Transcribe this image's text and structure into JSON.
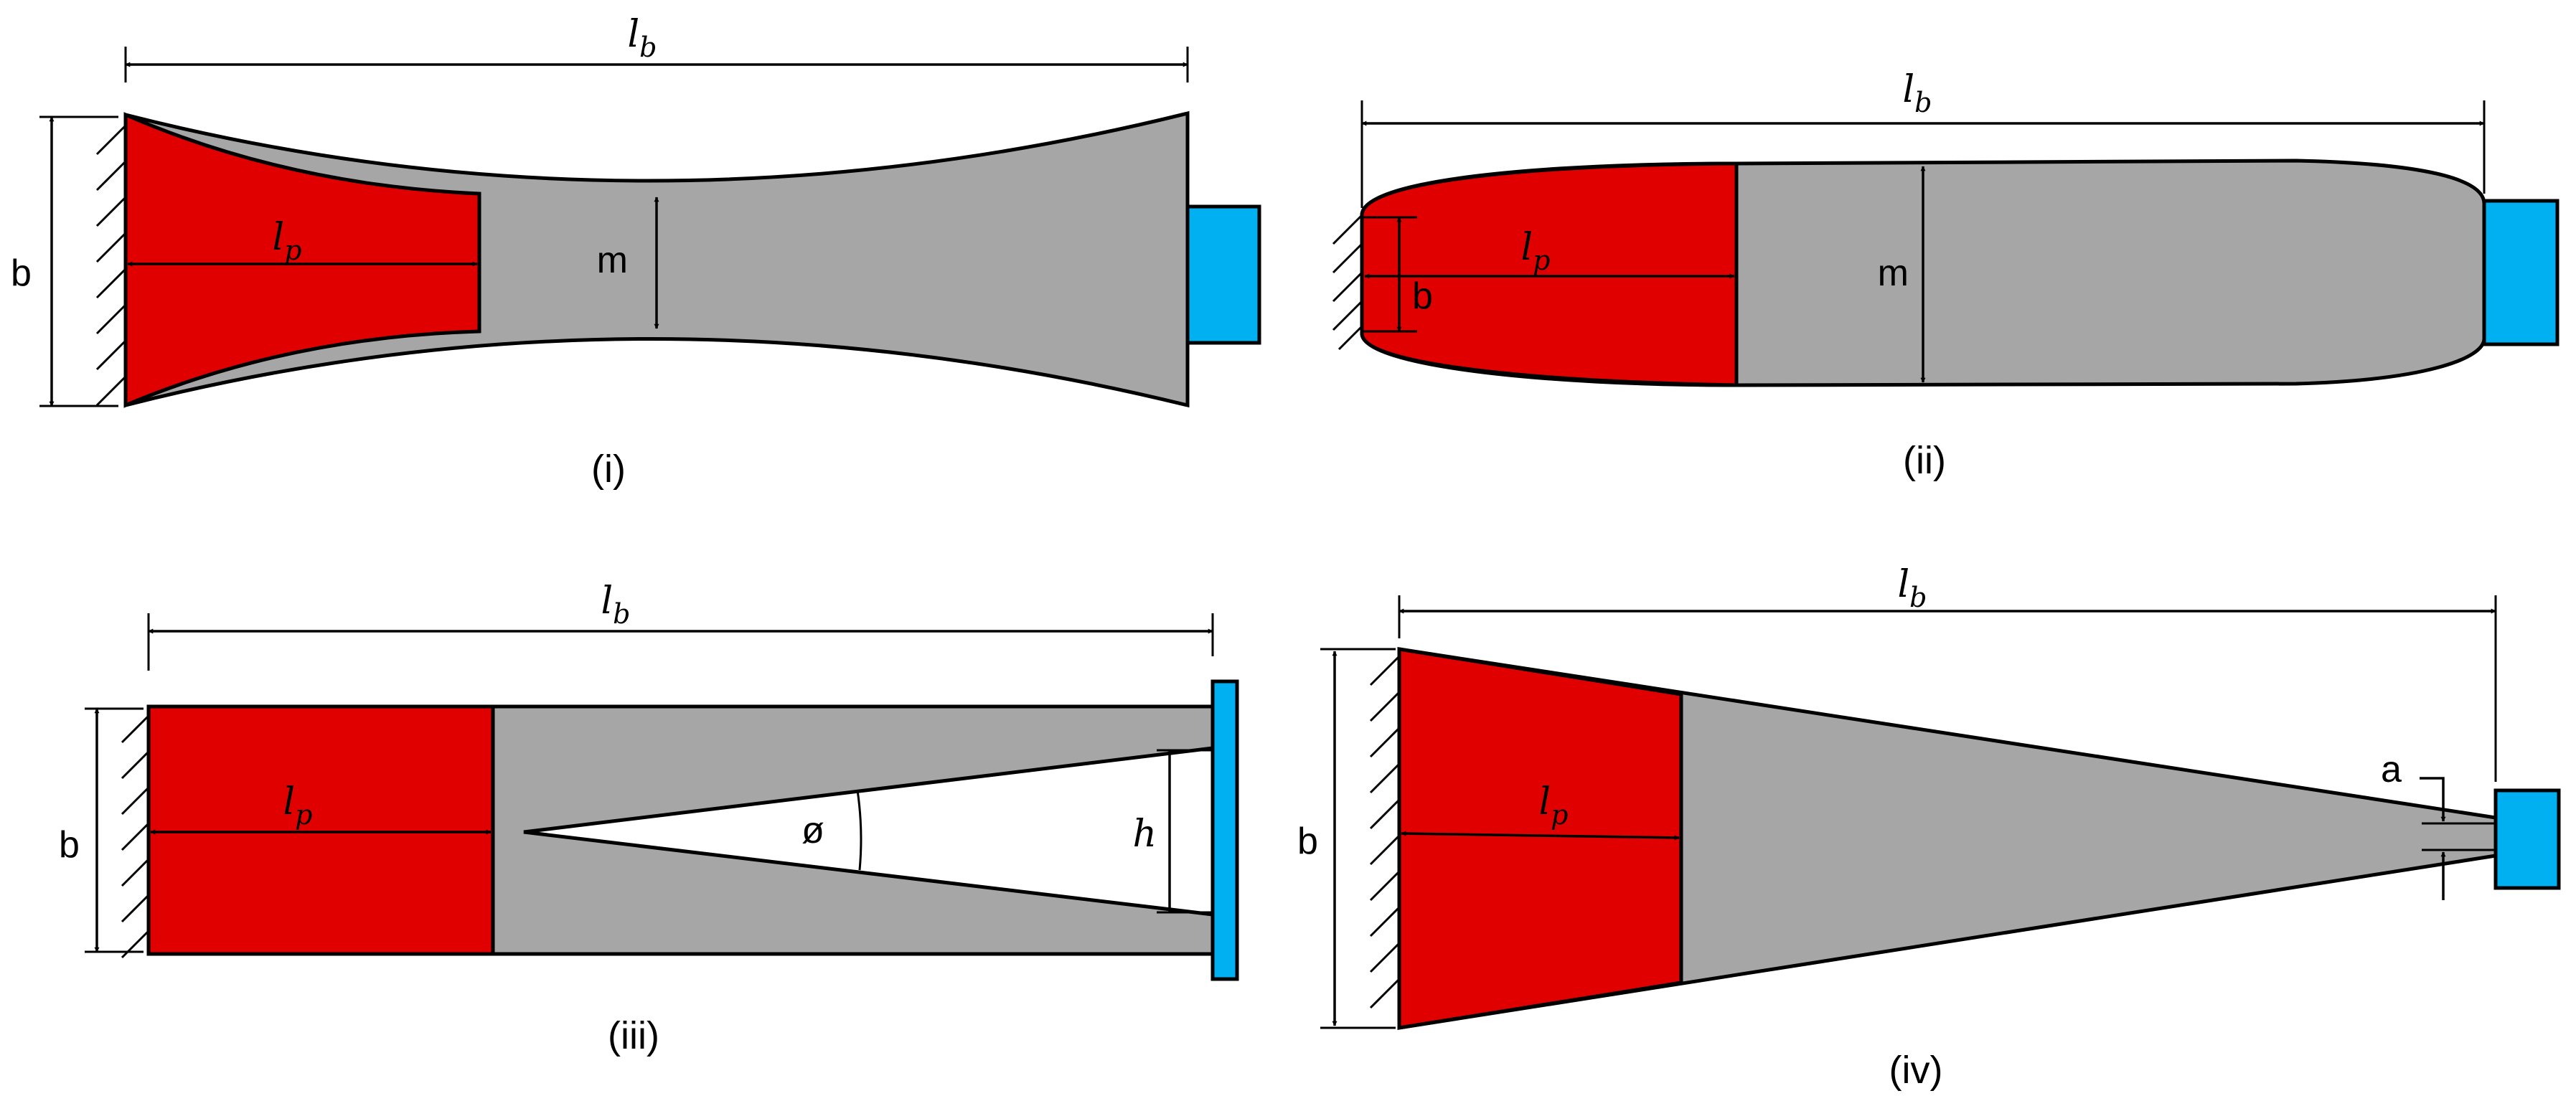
{
  "colors": {
    "piezo": "#e00000",
    "beam": "#a6a6a6",
    "tip_mass": "#00b0f0",
    "line": "#000000"
  },
  "panels": {
    "i": {
      "caption": "(i)",
      "beam_length": "l_b",
      "piezo_length": "l_p",
      "width": "b",
      "middle": "m"
    },
    "ii": {
      "caption": "(ii)",
      "beam_length": "l_b",
      "piezo_length": "l_p",
      "width": "b",
      "middle": "m"
    },
    "iii": {
      "caption": "(iii)",
      "beam_length": "l_b",
      "piezo_length": "l_p",
      "width": "b",
      "slot_height": "h",
      "angle": "ø"
    },
    "iv": {
      "caption": "(iv)",
      "beam_length": "l_b",
      "piezo_length": "l_p",
      "width": "b",
      "tip": "a"
    }
  }
}
